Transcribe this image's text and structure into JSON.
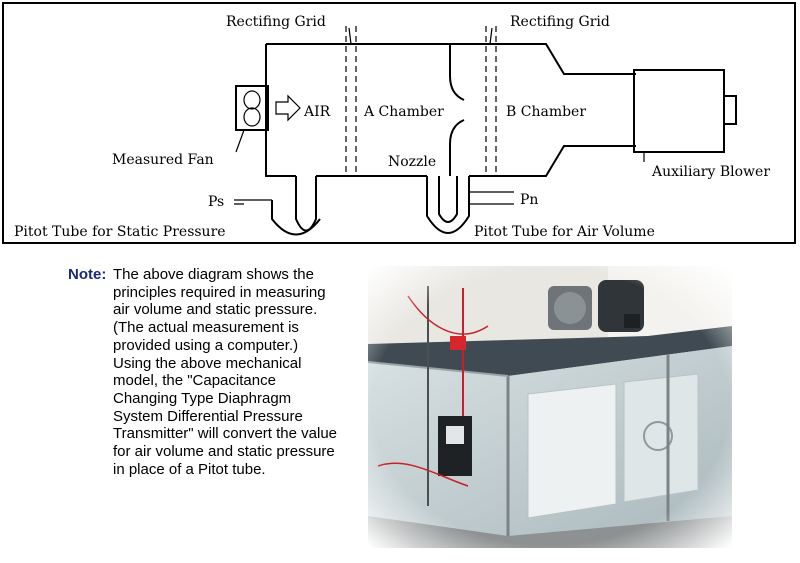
{
  "diagram": {
    "labels": {
      "rectifying_grid_left": "Rectifing Grid",
      "rectifying_grid_right": "Rectifing Grid",
      "air": "AIR",
      "a_chamber": "A Chamber",
      "b_chamber": "B Chamber",
      "measured_fan": "Measured Fan",
      "nozzle": "Nozzle",
      "auxiliary_blower": "Auxiliary Blower",
      "ps": "Ps",
      "pn": "Pn",
      "pitot_static": "Pitot Tube for Static Pressure",
      "pitot_air_volume": "Pitot Tube for Air Volume"
    }
  },
  "note": {
    "label": "Note:",
    "lines": [
      "The above diagram shows the",
      "principles required in measuring",
      "air volume and static pressure.",
      "(The actual measurement is",
      "provided using a computer.)",
      "Using the above mechanical",
      "model, the \"Capacitance",
      "Changing Type Diaphragm",
      "System Differential Pressure",
      "Transmitter\" will convert the value",
      "for air volume and static pressure",
      "in place of a Pitot tube."
    ]
  },
  "photo": {
    "colors": {
      "wall": "#e9e7e2",
      "table_top": "#3f4a52",
      "panel": "#c9d3d6",
      "cable_red": "#c8202a",
      "meter_red": "#d7262e"
    }
  }
}
